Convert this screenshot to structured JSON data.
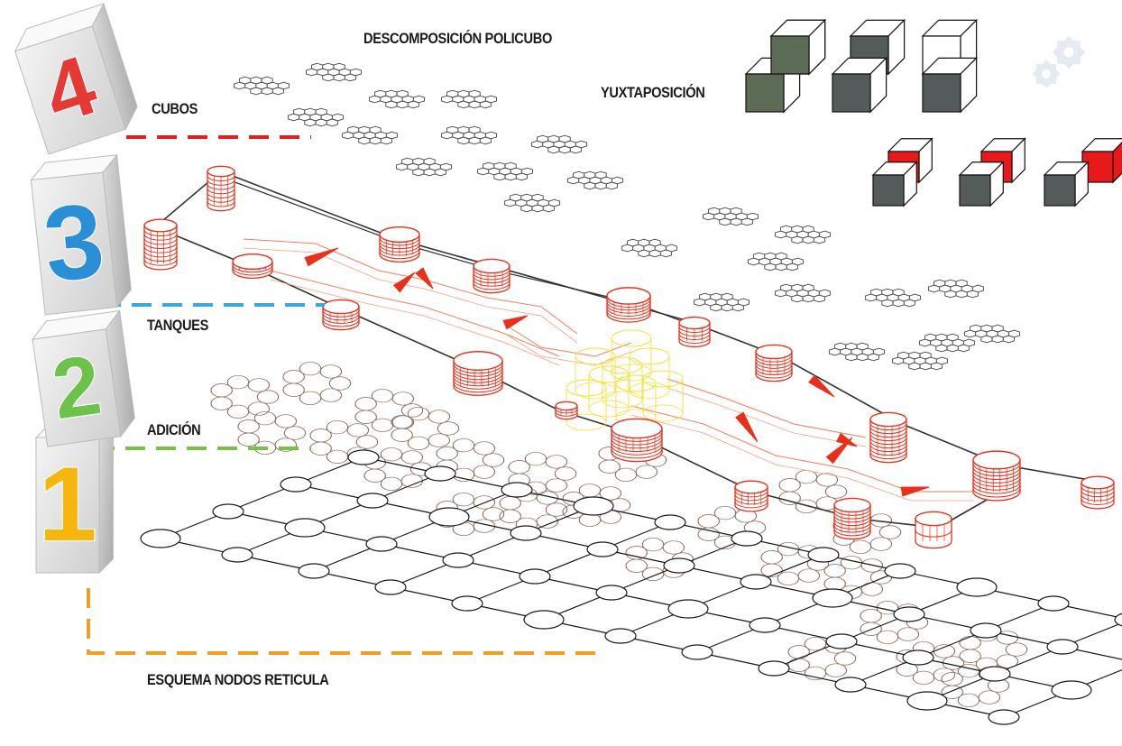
{
  "labels": {
    "title": "DESCOMPOSICIÓN POLICUBO",
    "yuxtaposicion": "YUXTAPOSICIÓN",
    "cubos": "CUBOS",
    "tanques": "TANQUES",
    "adicion": "ADICIÓN",
    "esquema": "ESQUEMA NODOS RETICULA"
  },
  "blocks": [
    {
      "number": "4",
      "color": "#e53935"
    },
    {
      "number": "3",
      "color": "#2b8fd8"
    },
    {
      "number": "2",
      "color": "#6cc24a"
    },
    {
      "number": "1",
      "color": "#f5b70f"
    }
  ],
  "colors": {
    "cubos": "#e02020",
    "tanques": "#3aa8e0",
    "adicion": "#79c142",
    "esquema": "#f0a020",
    "gray_cube": "#555a5a",
    "green_cube": "#5b6b55",
    "red_cube": "#e8191b",
    "tank": "#e8301a",
    "yellow": "#f2e23a",
    "hex": "#444444",
    "flower": "#8b6b5a",
    "grid": "#1a1a1a"
  }
}
